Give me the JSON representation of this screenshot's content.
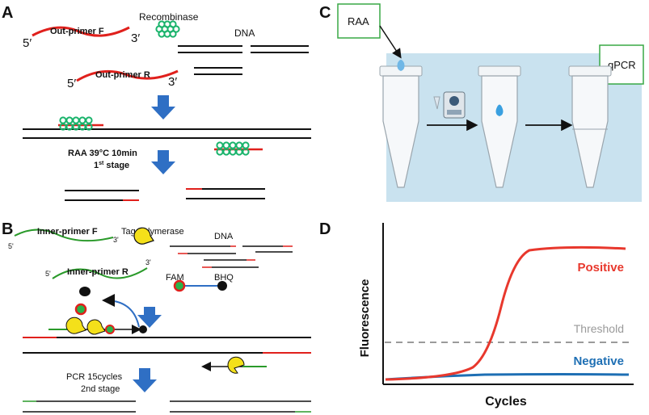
{
  "panels": {
    "a": "A",
    "b": "B",
    "c": "C",
    "d": "D"
  },
  "panel_a": {
    "recombinase": "Recombinase",
    "out_primer_f": "Out-primer F",
    "out_primer_r": "Out-primer R",
    "five_prime": "5′",
    "three_prime": "3′",
    "dna": "DNA",
    "stage_line1": "RAA 39°C 10min",
    "stage_line2_main": "1",
    "stage_line2_sup": "st",
    "stage_line2_rest": " stage"
  },
  "panel_b": {
    "inner_primer_f": "Inner-primer F",
    "inner_primer_r": "Inner-primer R",
    "five_prime": "5'",
    "three_prime": "3'",
    "tag_polymerase": "Tag polymerase",
    "dna": "DNA",
    "fam": "FAM",
    "bhq": "BHQ",
    "stage_line1": "PCR 15cycles",
    "stage_line2": "2nd stage"
  },
  "panel_c": {
    "raa": "RAA",
    "qpcr": "qPCR"
  },
  "panel_d": {
    "ylabel": "Fluorescence",
    "xlabel": "Cycles",
    "positive": "Positive",
    "threshold": "Threshold",
    "negative": "Negative"
  },
  "colors": {
    "primer_red": "#e0201c",
    "primer_green": "#2a9a2a",
    "recombinase_green": "#19b36b",
    "arrow_blue": "#2f6fc4",
    "positive": "#e8382d",
    "negative": "#1e6fb4",
    "threshold": "#9a9a9a",
    "panel_bg": "#c9e2ef",
    "pacman": "#f4e01a"
  }
}
